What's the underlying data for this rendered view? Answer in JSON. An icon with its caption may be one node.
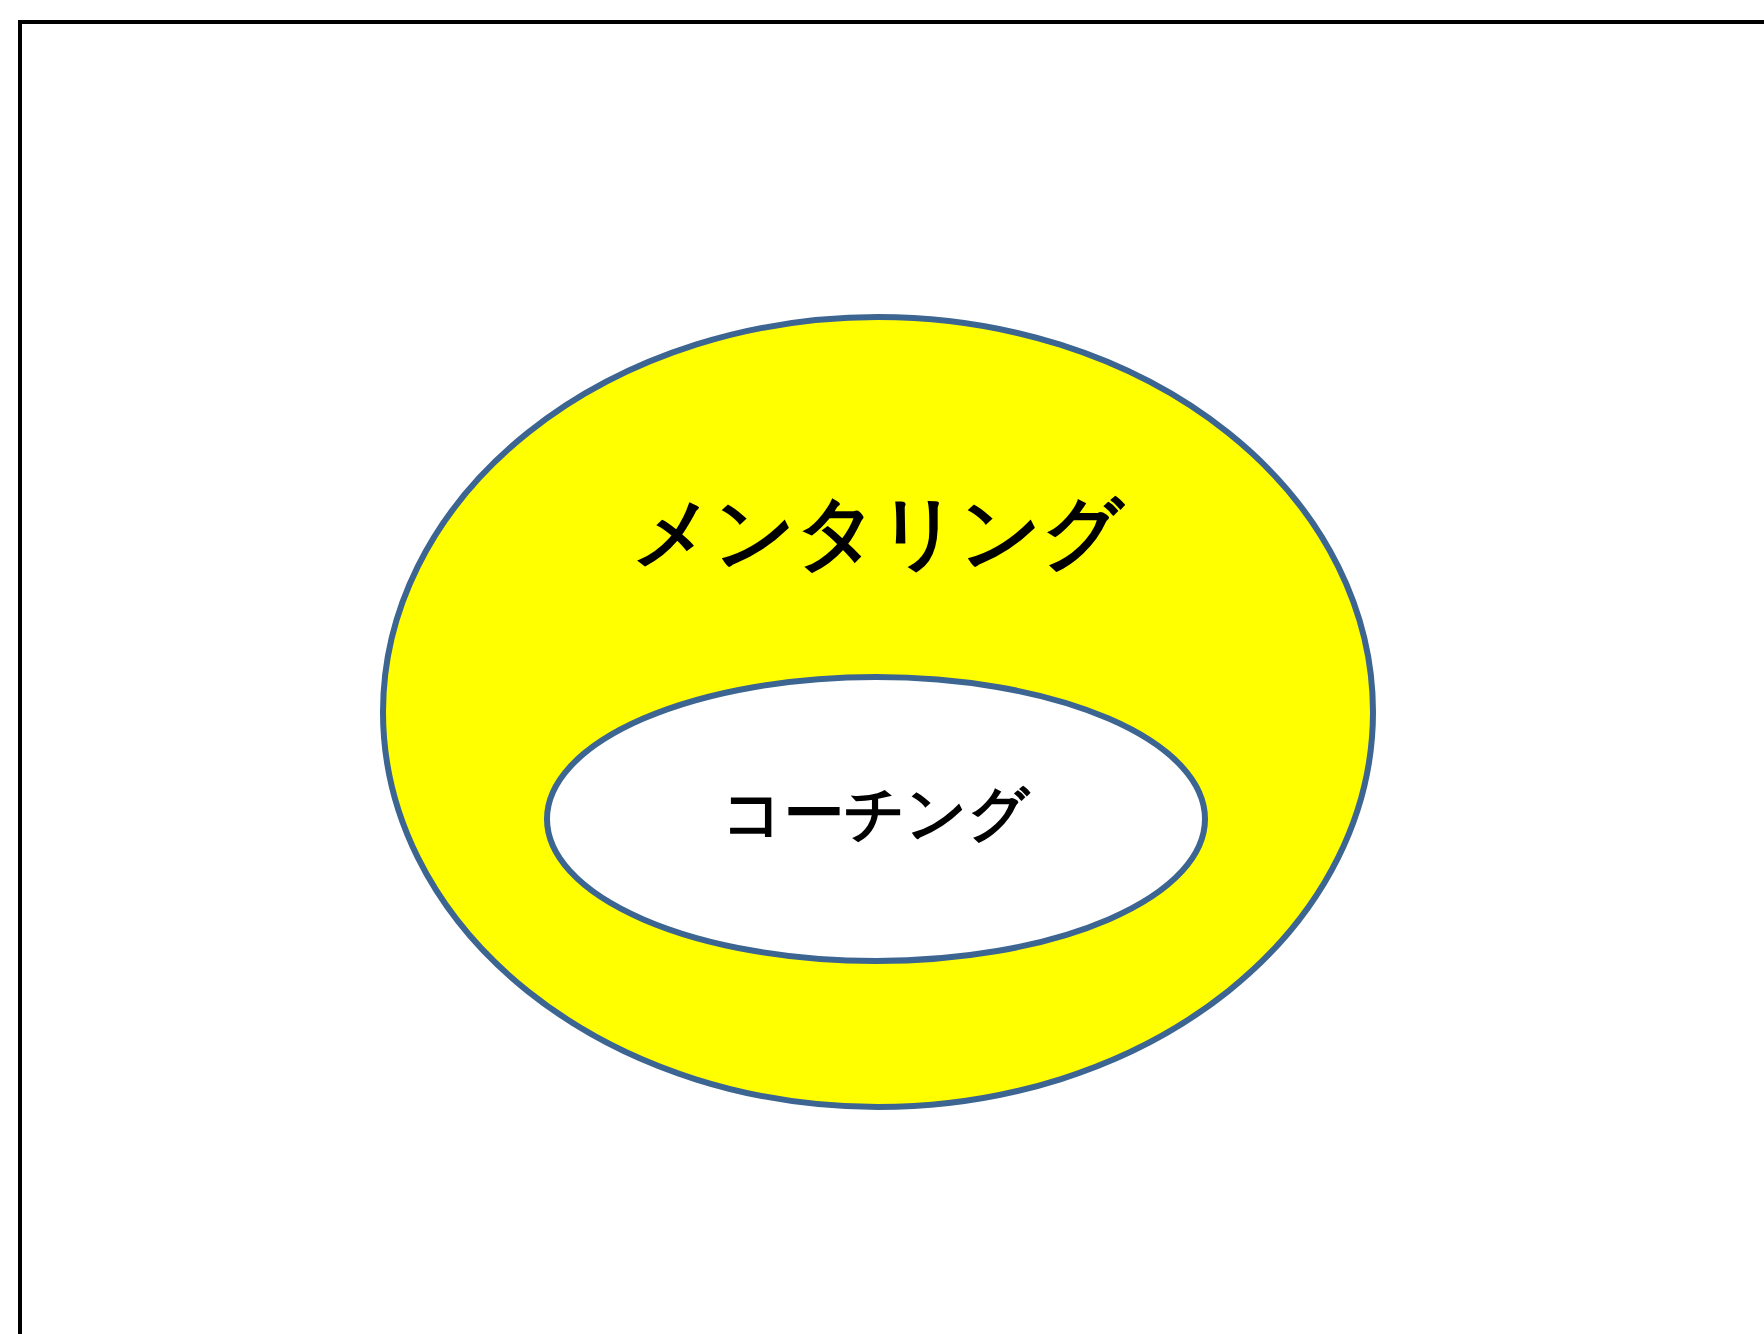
{
  "diagram": {
    "nodes": [
      {
        "text": [
          "メンタリング"
        ]
      },
      {
        "text": [
          "コーチング"
        ],
        "in": 0
      }
    ]
  }
}
